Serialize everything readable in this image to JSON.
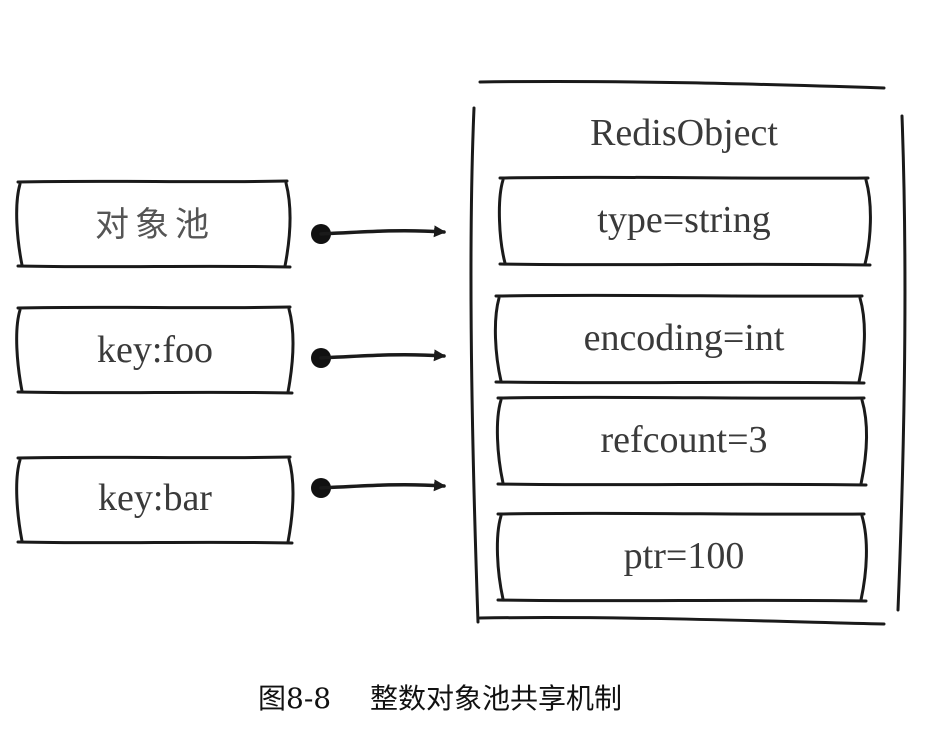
{
  "left_boxes": [
    {
      "label": "对象池"
    },
    {
      "label": "key:foo"
    },
    {
      "label": "key:bar"
    }
  ],
  "redis_object": {
    "title": "RedisObject",
    "fields": [
      {
        "label": "type=string"
      },
      {
        "label": "encoding=int"
      },
      {
        "label": "refcount=3"
      },
      {
        "label": "ptr=100"
      }
    ]
  },
  "caption": {
    "figure_number": "图8-8",
    "text": "整数对象池共享机制"
  }
}
